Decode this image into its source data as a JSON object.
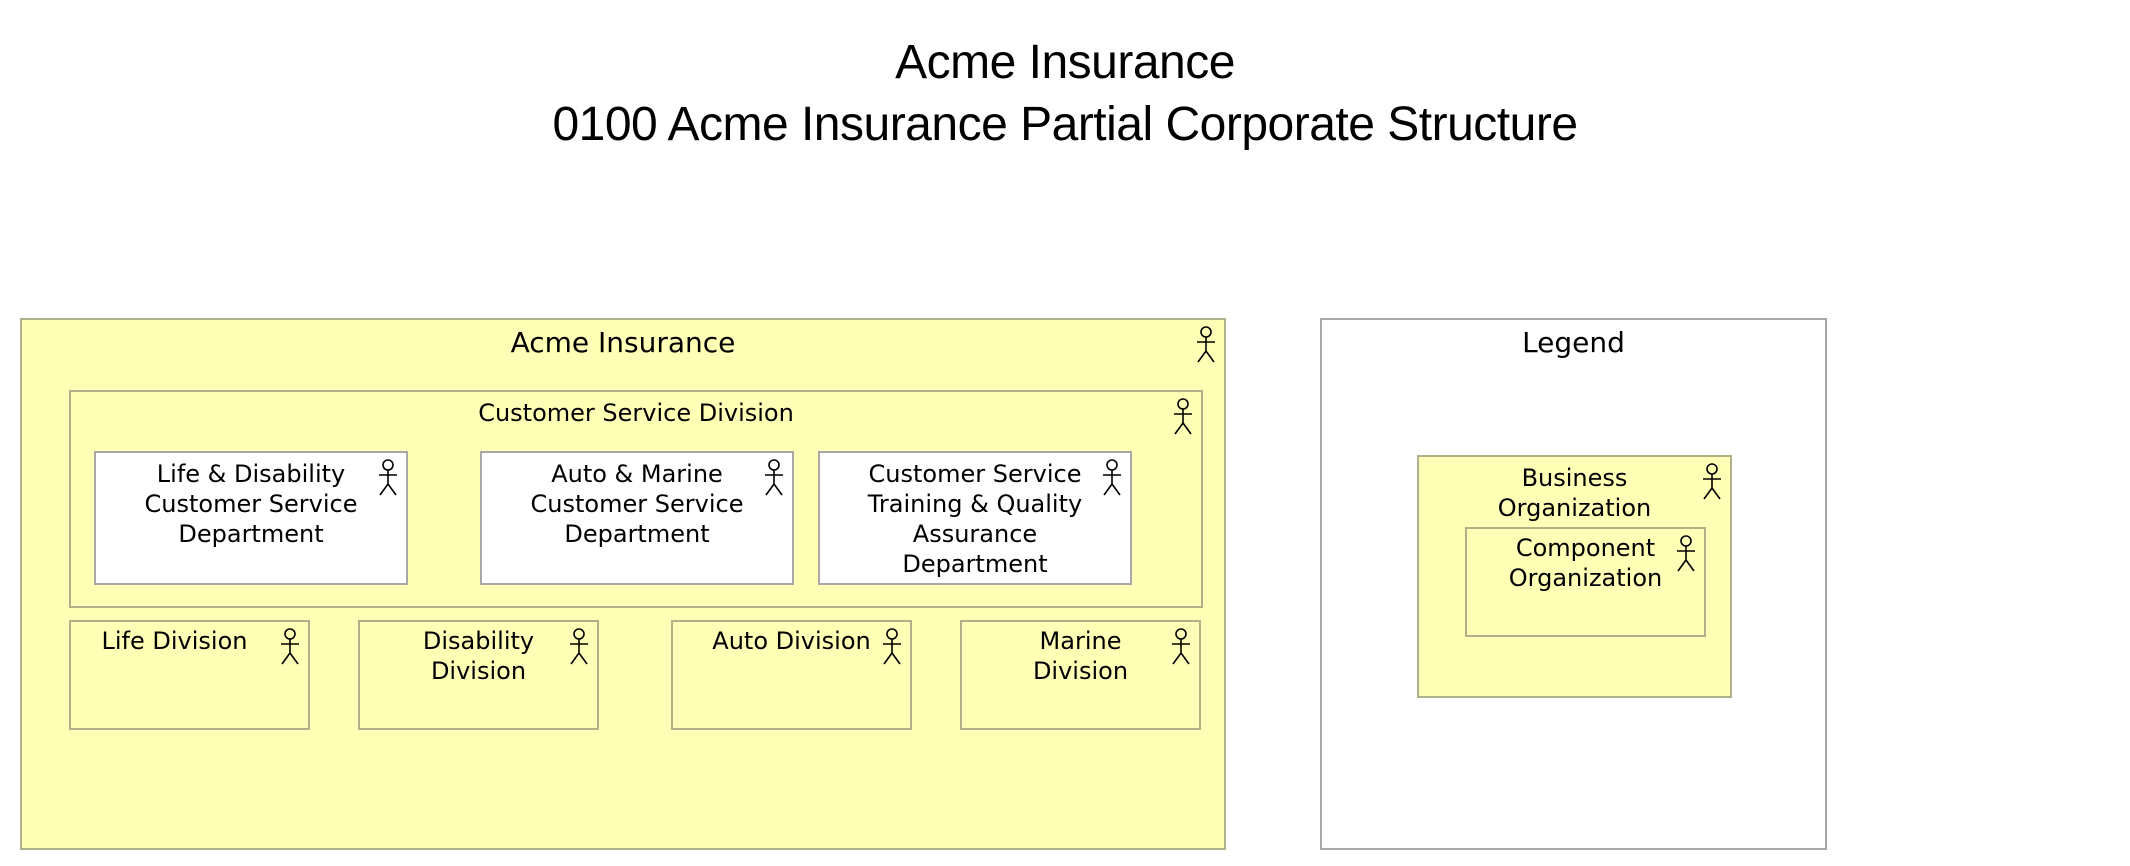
{
  "header": {
    "line1": "Acme Insurance",
    "line2": "0100 Acme Insurance Partial Corporate Structure"
  },
  "diagram": {
    "acme": {
      "label": "Acme Insurance",
      "icon": "actor-icon",
      "color": "#ffffb5"
    },
    "csd": {
      "label": "Customer Service Division",
      "icon": "actor-icon"
    },
    "departments": [
      {
        "label": "Life & Disability\nCustomer Service\nDepartment",
        "icon": "actor-icon"
      },
      {
        "label": "Auto & Marine\nCustomer Service\nDepartment",
        "icon": "actor-icon"
      },
      {
        "label": "Customer Service\nTraining & Quality\nAssurance\nDepartment",
        "icon": "actor-icon"
      }
    ],
    "divisions": [
      {
        "label": "Life Division",
        "icon": "actor-icon"
      },
      {
        "label": "Disability\nDivision",
        "icon": "actor-icon"
      },
      {
        "label": "Auto Division",
        "icon": "actor-icon"
      },
      {
        "label": "Marine\nDivision",
        "icon": "actor-icon"
      }
    ]
  },
  "legend": {
    "title": "Legend",
    "business_org": {
      "label": "Business\nOrganization",
      "icon": "actor-icon",
      "color": "#ffffb5"
    },
    "component_org": {
      "label": "Component\nOrganization",
      "icon": "actor-icon"
    }
  }
}
